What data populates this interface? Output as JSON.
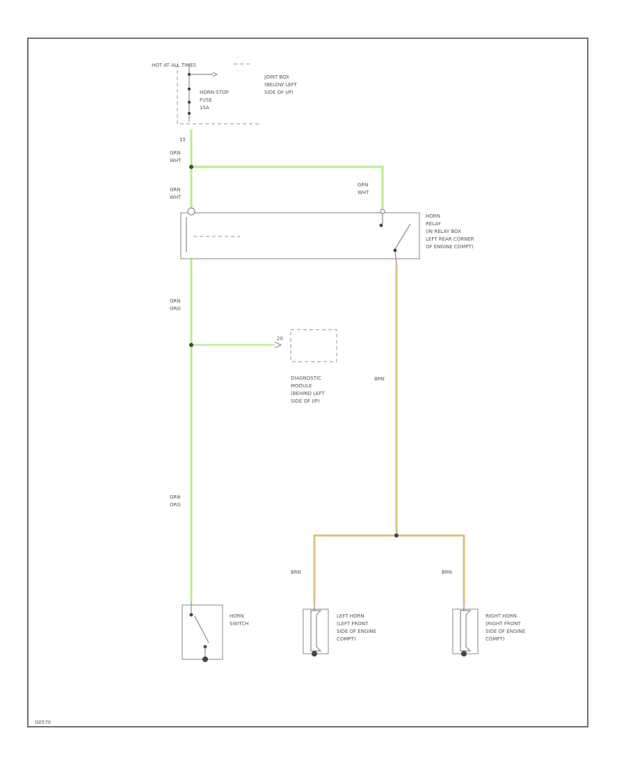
{
  "diagram": {
    "colors": {
      "green_wire": "#b9ec8c",
      "tan_wire": "#dcc27f",
      "frame": "#6e6e6e"
    },
    "fuse_panel": {
      "title": "HOT AT ALL TIMES",
      "joint_box": [
        "JOINT BOX",
        "(BELOW LEFT",
        "SIDE OF I/P)"
      ],
      "fuse": [
        "HORN-STOP",
        "FUSE",
        "15A"
      ],
      "terminal": "15"
    },
    "wires": {
      "grn_wht_1": [
        "GRN",
        "WHT"
      ],
      "grn_wht_2": [
        "GRN",
        "WHT"
      ],
      "grn_wht_3": [
        "GRN",
        "WHT"
      ],
      "grn_org_1": [
        "GRN",
        "ORG"
      ],
      "grn_org_2": [
        "GRN",
        "ORG"
      ],
      "brn_main": "BRN",
      "brn_left": "BRN",
      "brn_right": "BRN"
    },
    "relay": {
      "label": [
        "HORN",
        "RELAY",
        "(IN RELAY BOX",
        "LEFT REAR CORNER",
        "OF ENGINE COMPT)"
      ]
    },
    "diag_module": {
      "pin": "20",
      "label": [
        "DIAGNOSTIC",
        "MODULE",
        "(BEHIND LEFT",
        "SIDE OF I/P)"
      ]
    },
    "horn_switch": {
      "label": [
        "HORN",
        "SWITCH"
      ]
    },
    "left_horn": {
      "label": [
        "LEFT HORN",
        "(LEFT FRONT",
        "SIDE OF ENGINE",
        "COMPT)"
      ]
    },
    "right_horn": {
      "label": [
        "RIGHT HORN",
        "(RIGHT FRONT",
        "SIDE OF ENGINE",
        "COMPT)"
      ]
    },
    "figure_id": "G0570"
  }
}
